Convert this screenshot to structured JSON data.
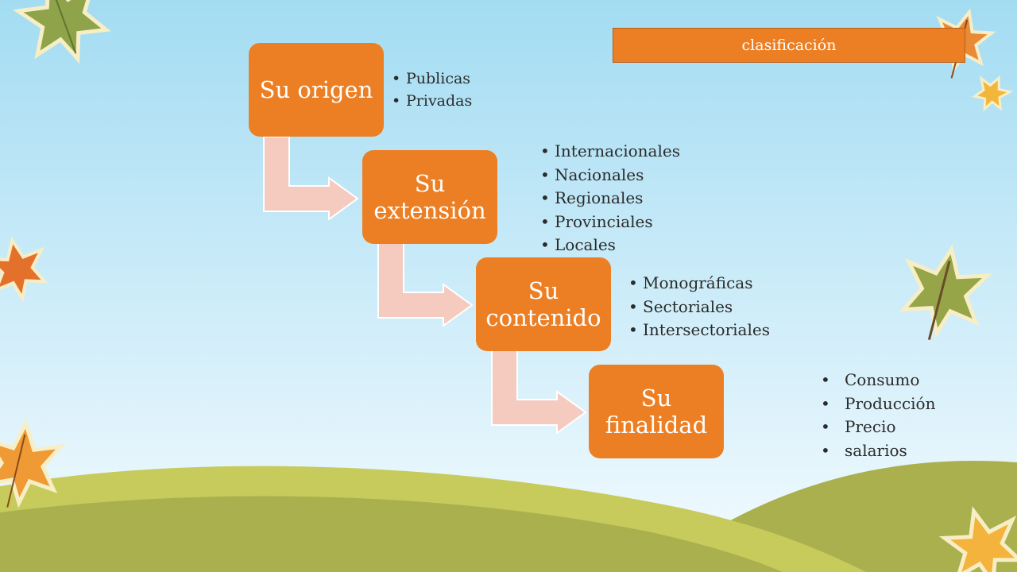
{
  "title": "clasificación",
  "colors": {
    "accent": "#ec7f24",
    "arrow": "#f6cbbf",
    "sky_top": "#a3dcf2",
    "sky_bottom": "#f4fbff",
    "hill_light": "#c6cb5c",
    "hill_dark": "#aab04e"
  },
  "steps": [
    {
      "label": "Su origen",
      "items": [
        "Publicas",
        "Privadas"
      ]
    },
    {
      "label": "Su extensión",
      "items": [
        "Internacionales",
        "Nacionales",
        "Regionales",
        "Provinciales",
        "Locales"
      ]
    },
    {
      "label": "Su contenido",
      "items": [
        "Monográficas",
        "Sectoriales",
        "Intersectoriales"
      ]
    },
    {
      "label": "Su finalidad",
      "items": [
        "Consumo",
        "Producción",
        "Precio",
        "salarios"
      ]
    }
  ],
  "decorations": [
    "leaf-icon"
  ]
}
